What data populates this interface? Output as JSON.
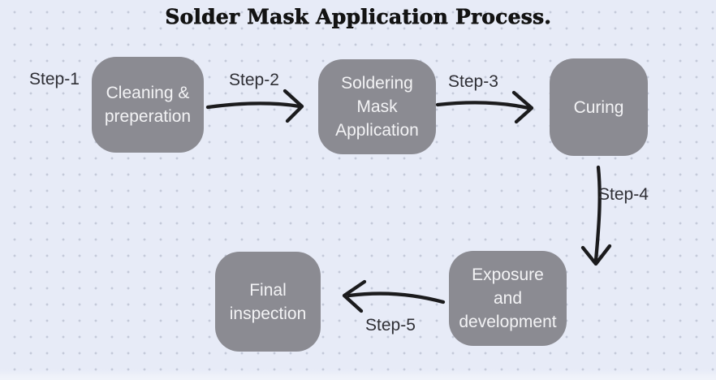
{
  "title": {
    "text": "Solder Mask Application Process."
  },
  "flowchart": {
    "nodes": [
      {
        "name": "cleaning-preparation",
        "text": "Cleaning &\npreperation"
      },
      {
        "name": "soldering-mask-application",
        "text": "Soldering\nMask\nApplication"
      },
      {
        "name": "curing",
        "text": "Curing"
      },
      {
        "name": "exposure-development",
        "text": "Exposure\nand\ndevelopment"
      },
      {
        "name": "final-inspection",
        "text": "Final\ninspection"
      }
    ],
    "step_labels": [
      {
        "label": "Step-1"
      },
      {
        "label": "Step-2"
      },
      {
        "label": "Step-3"
      },
      {
        "label": "Step-4"
      },
      {
        "label": "Step-5"
      }
    ],
    "edges": [
      {
        "from": "cleaning-preparation",
        "to": "soldering-mask-application",
        "label": "Step-2",
        "direction": "right"
      },
      {
        "from": "soldering-mask-application",
        "to": "curing",
        "label": "Step-3",
        "direction": "right"
      },
      {
        "from": "curing",
        "to": "exposure-development",
        "label": "Step-4",
        "direction": "down"
      },
      {
        "from": "exposure-development",
        "to": "final-inspection",
        "label": "Step-5",
        "direction": "left"
      }
    ]
  },
  "colors": {
    "background": "#e7ebf7",
    "dot": "#c4c9d9",
    "node_fill": "#8b8b92",
    "node_text": "#f3f3f5",
    "step_label": "#2f2f35",
    "arrow": "#1b1b1d",
    "title": "#131313"
  }
}
